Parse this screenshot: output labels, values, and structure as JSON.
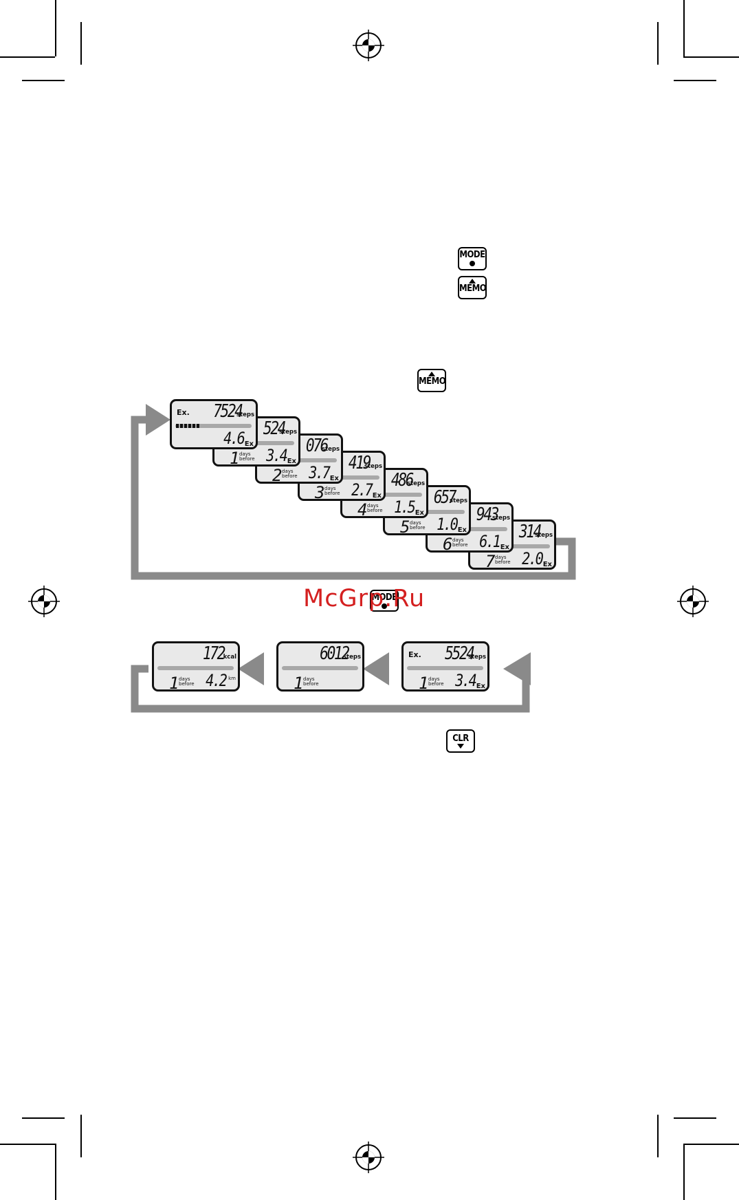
{
  "buttons": {
    "mode": "MODE",
    "memo": "MEMO",
    "clr": "CLR"
  },
  "icons": {
    "registration_marks": "registration-crosshair-icon",
    "mode_button": "mode-button-icon",
    "memo_button": "memo-button-icon",
    "clr_button": "clr-button-icon"
  },
  "colors": {
    "arrow_gray": "#8a8a8a",
    "lcd_bg": "#e9e9e9",
    "watermark": "#d42020"
  },
  "watermark": "McGrp.Ru",
  "memory_screens": [
    {
      "ex": "Ex.",
      "steps": "7524",
      "steps_unit": "steps",
      "day": "",
      "value": "4.6",
      "value_unit": "Ex"
    },
    {
      "ex": "",
      "steps": "524",
      "steps_unit": "steps",
      "day": "1",
      "value": "3.4",
      "value_unit": "Ex"
    },
    {
      "ex": "",
      "steps": "076",
      "steps_unit": "steps",
      "day": "2",
      "value": "3.7",
      "value_unit": "Ex"
    },
    {
      "ex": "",
      "steps": "419",
      "steps_unit": "steps",
      "day": "3",
      "value": "2.7",
      "value_unit": "Ex"
    },
    {
      "ex": "",
      "steps": "486",
      "steps_unit": "steps",
      "day": "4",
      "value": "1.5",
      "value_unit": "Ex"
    },
    {
      "ex": "",
      "steps": "657",
      "steps_unit": "steps",
      "day": "5",
      "value": "1.0",
      "value_unit": "Ex"
    },
    {
      "ex": "",
      "steps": "943",
      "steps_unit": "steps",
      "day": "6",
      "value": "6.1",
      "value_unit": "Ex"
    },
    {
      "ex": "",
      "steps": "314",
      "steps_unit": "steps",
      "day": "7",
      "value": "2.0",
      "value_unit": "Ex"
    }
  ],
  "days_label_top": "days",
  "days_label_bottom": "before",
  "mode_screens": [
    {
      "ex": "",
      "top": "172",
      "top_unit": "kcal",
      "day": "1",
      "bottom": "4.2",
      "bottom_unit": "km"
    },
    {
      "ex": "",
      "top": "6012",
      "top_unit": "steps",
      "day": "1",
      "bottom": "",
      "bottom_unit": ""
    },
    {
      "ex": "Ex.",
      "top": "5524",
      "top_unit": "steps",
      "day": "1",
      "bottom": "3.4",
      "bottom_unit": "Ex"
    }
  ]
}
